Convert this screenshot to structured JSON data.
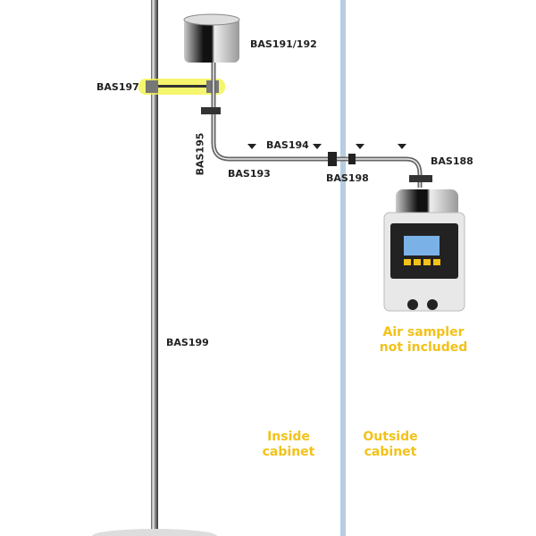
{
  "labels": {
    "canister": "BAS191/192",
    "clamp": "BAS197",
    "vertical_tube": "BAS195",
    "valve_a": "BAS194",
    "elbow": "BAS193",
    "connector": "BAS198",
    "sampler_elbow": "BAS188",
    "pole": "BAS199"
  },
  "notes": {
    "sampler_line1": "Air sampler",
    "sampler_line2": "not included",
    "inside_line1": "Inside",
    "inside_line2": "cabinet",
    "outside_line1": "Outside",
    "outside_line2": "cabinet"
  },
  "colors": {
    "highlight": "#f2f24a",
    "accent_text": "#f2c21a",
    "cabinet_wall": "#b7cde0"
  }
}
